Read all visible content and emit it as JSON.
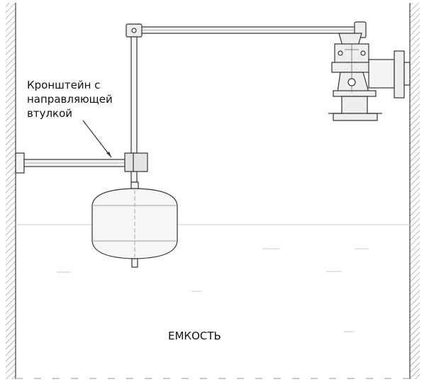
{
  "annotation": {
    "line1": "Кронштейн с",
    "line2": "направляющей",
    "line3": "втулкой"
  },
  "tank_label": "ЕМКОСТЬ",
  "colors": {
    "line": "#333333",
    "hatch": "#777777",
    "water": "#d8d8d8",
    "metal": "#f4f4f4"
  }
}
